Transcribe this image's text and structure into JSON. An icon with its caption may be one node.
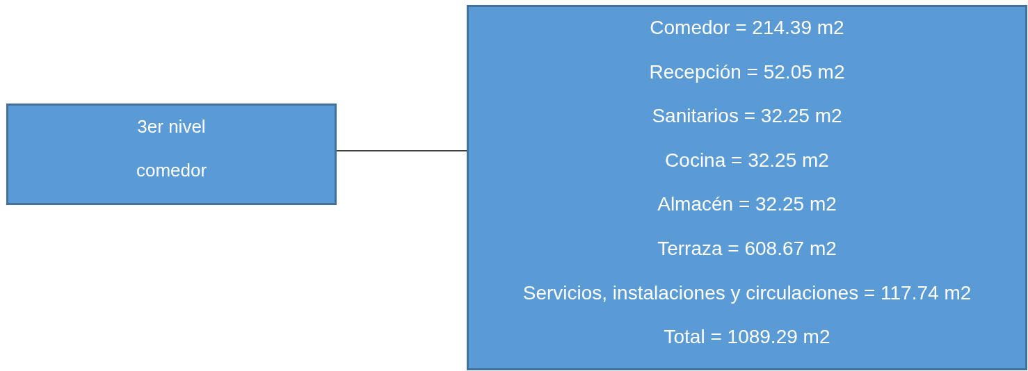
{
  "diagram": {
    "nodes": [
      {
        "text": [
          "3er nivel",
          "comedor"
        ]
      },
      {
        "text": [
          "Comedor = 214.39 m2",
          "Recepción = 52.05 m2",
          "Sanitarios = 32.25 m2",
          "Cocina = 32.25 m2",
          "Almacén = 32.25 m2",
          "Terraza = 608.67 m2",
          "Servicios, instalaciones y circulaciones = 117.74 m2",
          "Total = 1089.29 m2"
        ]
      }
    ],
    "edges": [
      {
        "from": 0,
        "to": 1,
        "arrow": "none"
      }
    ]
  }
}
